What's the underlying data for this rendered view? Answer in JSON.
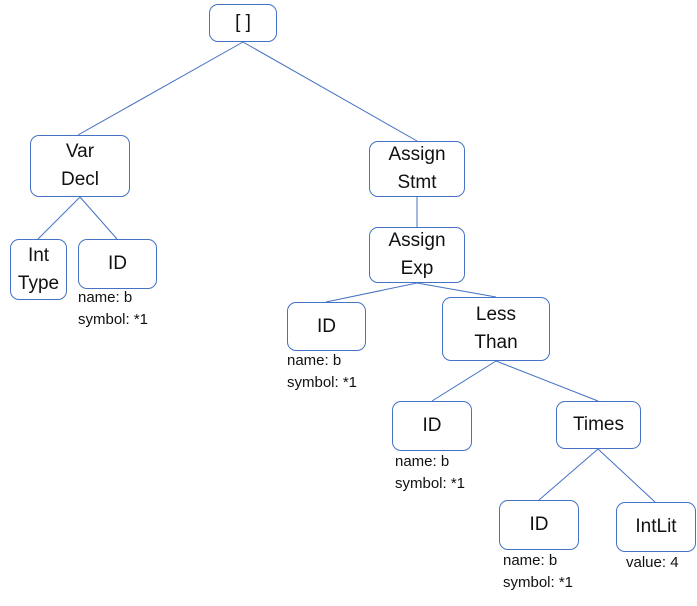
{
  "colors": {
    "node_border": "#4472c4",
    "edge": "#4472c4",
    "text": "#111111"
  },
  "nodes": {
    "root": {
      "lines": [
        "[ ]"
      ]
    },
    "var_decl": {
      "lines": [
        "Var",
        "Decl"
      ]
    },
    "int_type": {
      "lines": [
        "Int",
        "Type"
      ]
    },
    "id_decl": {
      "lines": [
        "ID"
      ],
      "attrs": [
        "name: b",
        "symbol: *1"
      ]
    },
    "assign_stmt": {
      "lines": [
        "Assign",
        "Stmt"
      ]
    },
    "assign_exp": {
      "lines": [
        "Assign",
        "Exp"
      ]
    },
    "id_lhs": {
      "lines": [
        "ID"
      ],
      "attrs": [
        "name: b",
        "symbol: *1"
      ]
    },
    "less_than": {
      "lines": [
        "Less",
        "Than"
      ]
    },
    "id_lt": {
      "lines": [
        "ID"
      ],
      "attrs": [
        "name: b",
        "symbol: *1"
      ]
    },
    "times": {
      "lines": [
        "Times"
      ]
    },
    "id_times": {
      "lines": [
        "ID"
      ],
      "attrs": [
        "name: b",
        "symbol: *1"
      ]
    },
    "int_lit": {
      "lines": [
        "IntLit"
      ],
      "attrs": [
        "value: 4"
      ]
    }
  }
}
